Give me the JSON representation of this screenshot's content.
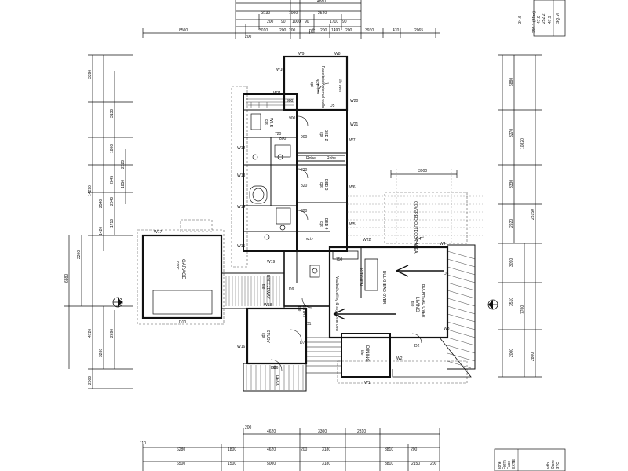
{
  "rooms": {
    "bed1": "BED 1",
    "bed1_floor": "cpt",
    "bed2": "BED 2",
    "bed2_floor": "cpt",
    "bed3": "BED 3",
    "bed3_floor": "cpt",
    "bed4": "BED 4",
    "bed4_floor": "cpt",
    "wir": "W.I.R",
    "wir_floor": "cpt",
    "garage": "GARAGE",
    "garage_floor": "conc",
    "breezeway": "BREEZEWAY",
    "breezeway_floor": "tile",
    "study": "STUDY",
    "study_floor": "cpt",
    "entry": "ENTRY",
    "entry_floor": "tile",
    "kitchen": "KITCHEN",
    "living": "LIVING",
    "living_floor": "tile",
    "dining": "DINING",
    "dining_floor": "tile",
    "covered_area": "COVERED OUTDOOR AREA",
    "deck": "DECK",
    "wir2": "w.i.r",
    "pdr": "pdr",
    "robe1": "Robe",
    "robe2": "Robe"
  },
  "notes": {
    "face_brick": "Face brick internal walls",
    "bulkhead_living": "BULKHEAD OVER",
    "bulkhead_kitchen": "BULKHEAD OVER",
    "vaulted": "Vaulted ceiling & sky dome over",
    "tile_over": "tile over"
  },
  "windows": [
    "W1",
    "W2",
    "W3",
    "W4",
    "W5",
    "W6",
    "W7",
    "W8",
    "W9",
    "W10",
    "W11",
    "W12",
    "W13",
    "W14",
    "W15",
    "W16",
    "W17",
    "W18",
    "W19",
    "W20",
    "W21",
    "W22"
  ],
  "doors": [
    "D1",
    "D2",
    "D3",
    "D4",
    "D5",
    "D6",
    "D7",
    "D8",
    "D9",
    "D10"
  ],
  "legend": {
    "header": "SQ.M.",
    "values": [
      "47.9",
      "252.2",
      "47.9",
      "295.1 (31sq)",
      "34.6"
    ]
  },
  "dims_top": {
    "row1": [
      "4880"
    ],
    "row2": [
      "3130",
      "1000",
      "2540"
    ],
    "row3": [
      "200",
      "90",
      "1000",
      "90",
      "1710",
      "90"
    ],
    "row4": [
      "3010",
      "200",
      "200",
      "pdr",
      "200",
      "1490",
      "200"
    ],
    "row5": [
      "8500",
      "200",
      "3930",
      "470",
      "2065"
    ]
  },
  "dims_left": [
    "3390",
    "3130",
    "1800",
    "2020",
    "1850",
    "2045",
    "2040",
    "2540",
    "1710",
    "1420",
    "14290",
    "6880",
    "2200",
    "4720",
    "2690",
    "3260",
    "2000"
  ],
  "dims_right": [
    "6880",
    "3270",
    "3330",
    "2920",
    "10820",
    "28150",
    "3090",
    "3510",
    "7700",
    "2000",
    "2800"
  ],
  "dims_bottom": {
    "row1": [
      "200",
      "4620",
      "3300",
      "2310"
    ],
    "row2": [
      "110",
      "6280",
      "1800",
      "4620",
      "200",
      "3180",
      "3810",
      "200"
    ],
    "row3": [
      "6500",
      "1500",
      "5000",
      "3180",
      "3810",
      "2150",
      "200"
    ]
  },
  "dims_mid": {
    "covered": "3900",
    "misc": [
      "900",
      "800",
      "900",
      "820",
      "820",
      "820",
      "900",
      "720",
      "750"
    ]
  },
  "bottom_notes": [
    "STO",
    "Store",
    "with",
    "EXTE",
    "Face",
    "Form",
    "sche"
  ]
}
